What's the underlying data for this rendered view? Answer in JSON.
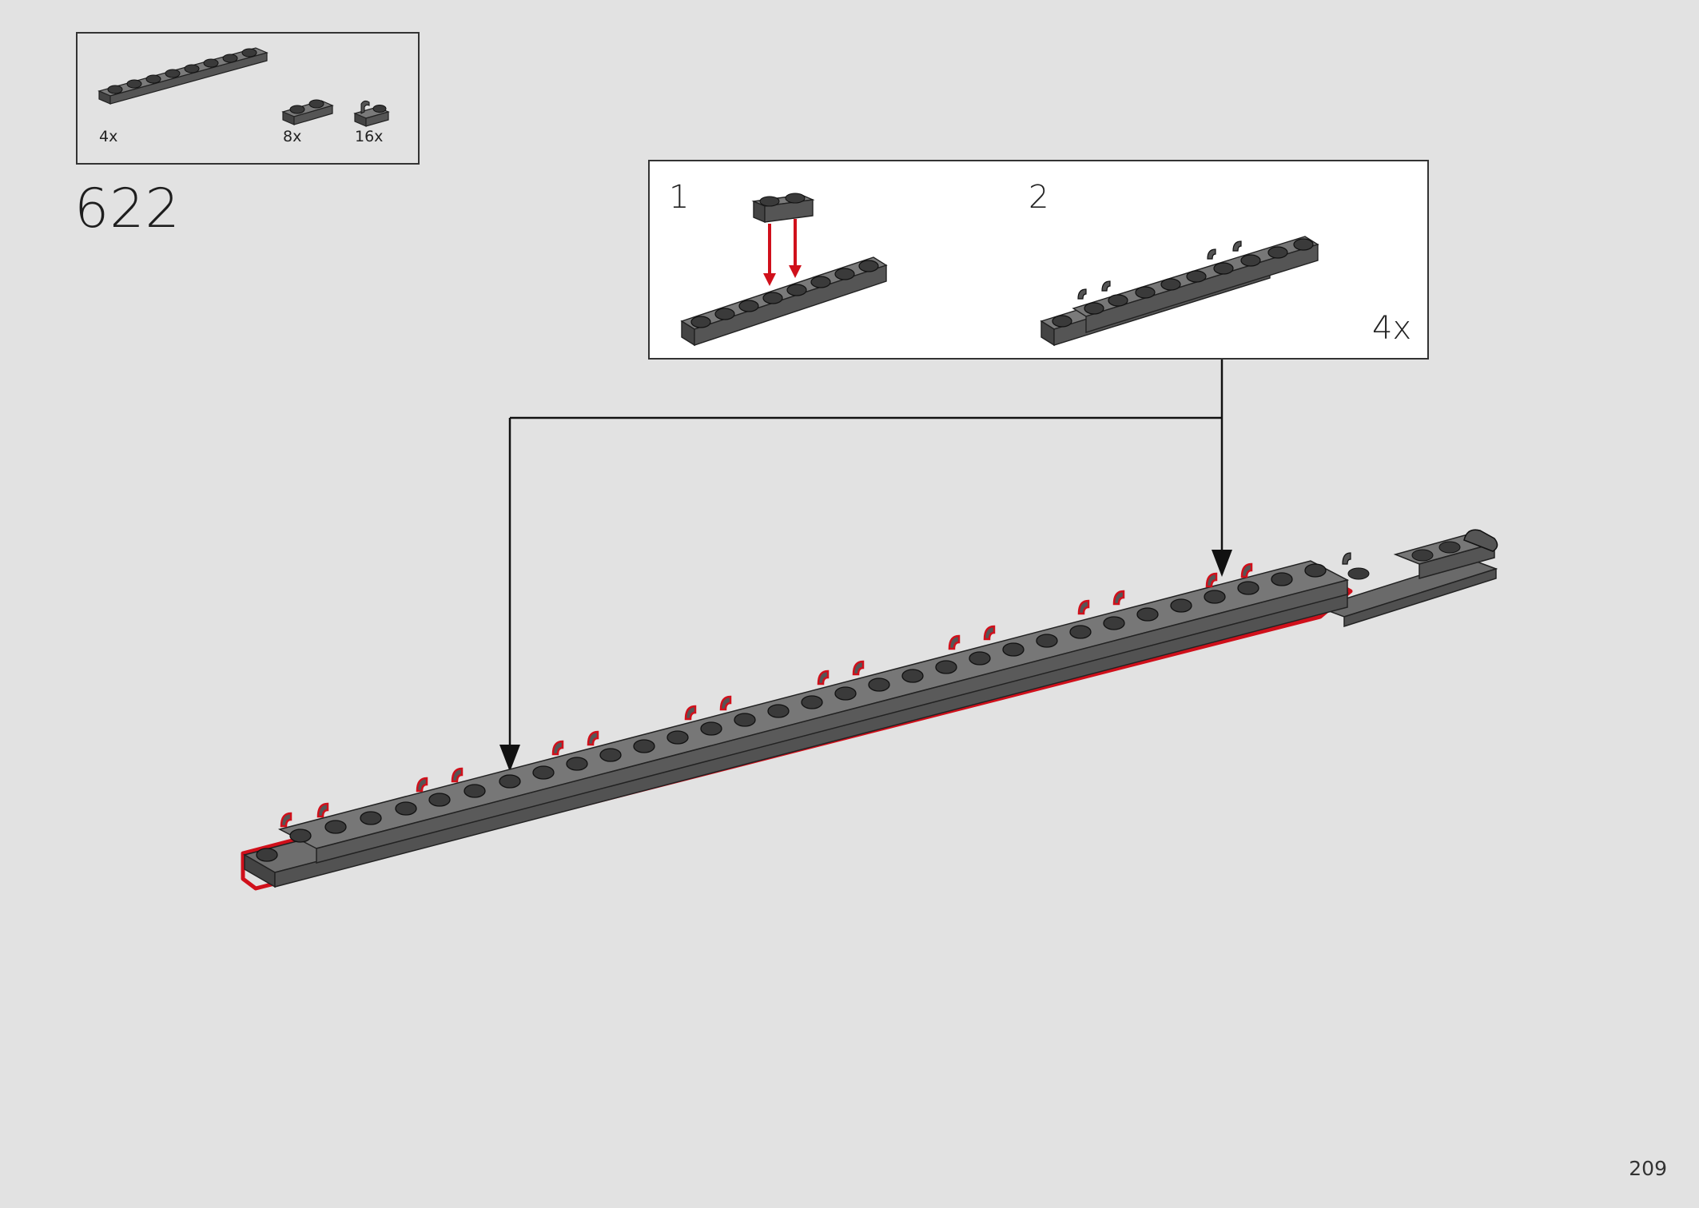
{
  "step": {
    "number": "622",
    "page_number": "209"
  },
  "parts": [
    {
      "name": "plate-1x8-dark-gray",
      "qty": "4x"
    },
    {
      "name": "plate-1x2-dark-gray",
      "qty": "8x"
    },
    {
      "name": "plate-1x1-clip-dark-gray",
      "qty": "16x"
    }
  ],
  "sub_build": {
    "step1_label": "1",
    "step2_label": "2",
    "multiplier": "4x"
  },
  "colors": {
    "background": "#e2e2e2",
    "brick_dark": "#555555",
    "brick_top": "#6e6e6e",
    "stud": "#3a3a3a",
    "highlight": "#d0101b",
    "arrow": "#111111"
  }
}
